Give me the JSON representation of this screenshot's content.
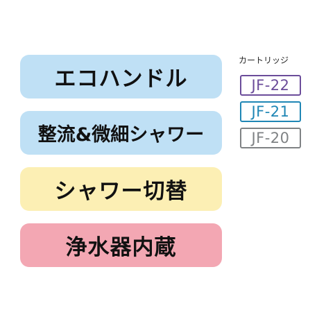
{
  "features": [
    {
      "label": "エコハンドル",
      "bg": "#bfe0f5"
    },
    {
      "label": "整流&微細シャワー",
      "bg": "#bfe0f5"
    },
    {
      "label": "シャワー切替",
      "bg": "#fcefb4"
    },
    {
      "label": "浄水器内蔵",
      "bg": "#f3a7b3"
    }
  ],
  "cartridge": {
    "label": "カートリッジ",
    "codes": [
      {
        "text": "JF-22",
        "color": "#6b4c9a"
      },
      {
        "text": "JF-21",
        "color": "#1f86b5"
      },
      {
        "text": "JF-20",
        "color": "#7f8284"
      }
    ]
  }
}
